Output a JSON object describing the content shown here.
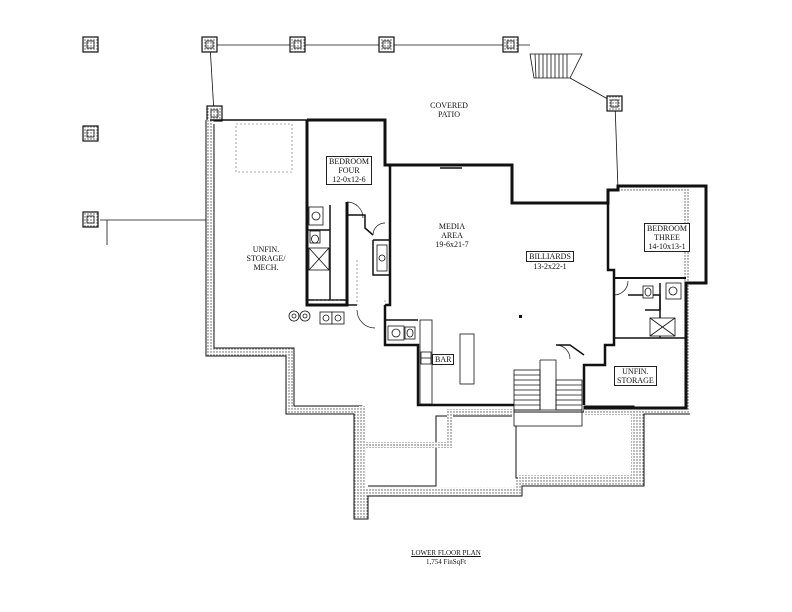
{
  "rooms": {
    "covered_patio": [
      "COVERED",
      "PATIO"
    ],
    "bedroom_four": [
      "BEDROOM",
      "FOUR",
      "12-0x12-6"
    ],
    "media_area": [
      "MEDIA",
      "AREA",
      "19-6x21-7"
    ],
    "billiards": [
      "BILLIARDS",
      "13-2x22-1"
    ],
    "bedroom_three": [
      "BEDROOM",
      "THREE",
      "14-10x13-1"
    ],
    "unfin_storage_mech": [
      "UNFIN.",
      "STORAGE/",
      "MECH."
    ],
    "unfin_storage": [
      "UNFIN.",
      "STORAGE"
    ],
    "bar": "BAR"
  },
  "plan_title": {
    "name": "LOWER FLOOR PLAN",
    "area": "1,754 FinSqFt"
  },
  "colors": {
    "wall": "#111111",
    "hatch": "#555555",
    "background": "#ffffff"
  }
}
